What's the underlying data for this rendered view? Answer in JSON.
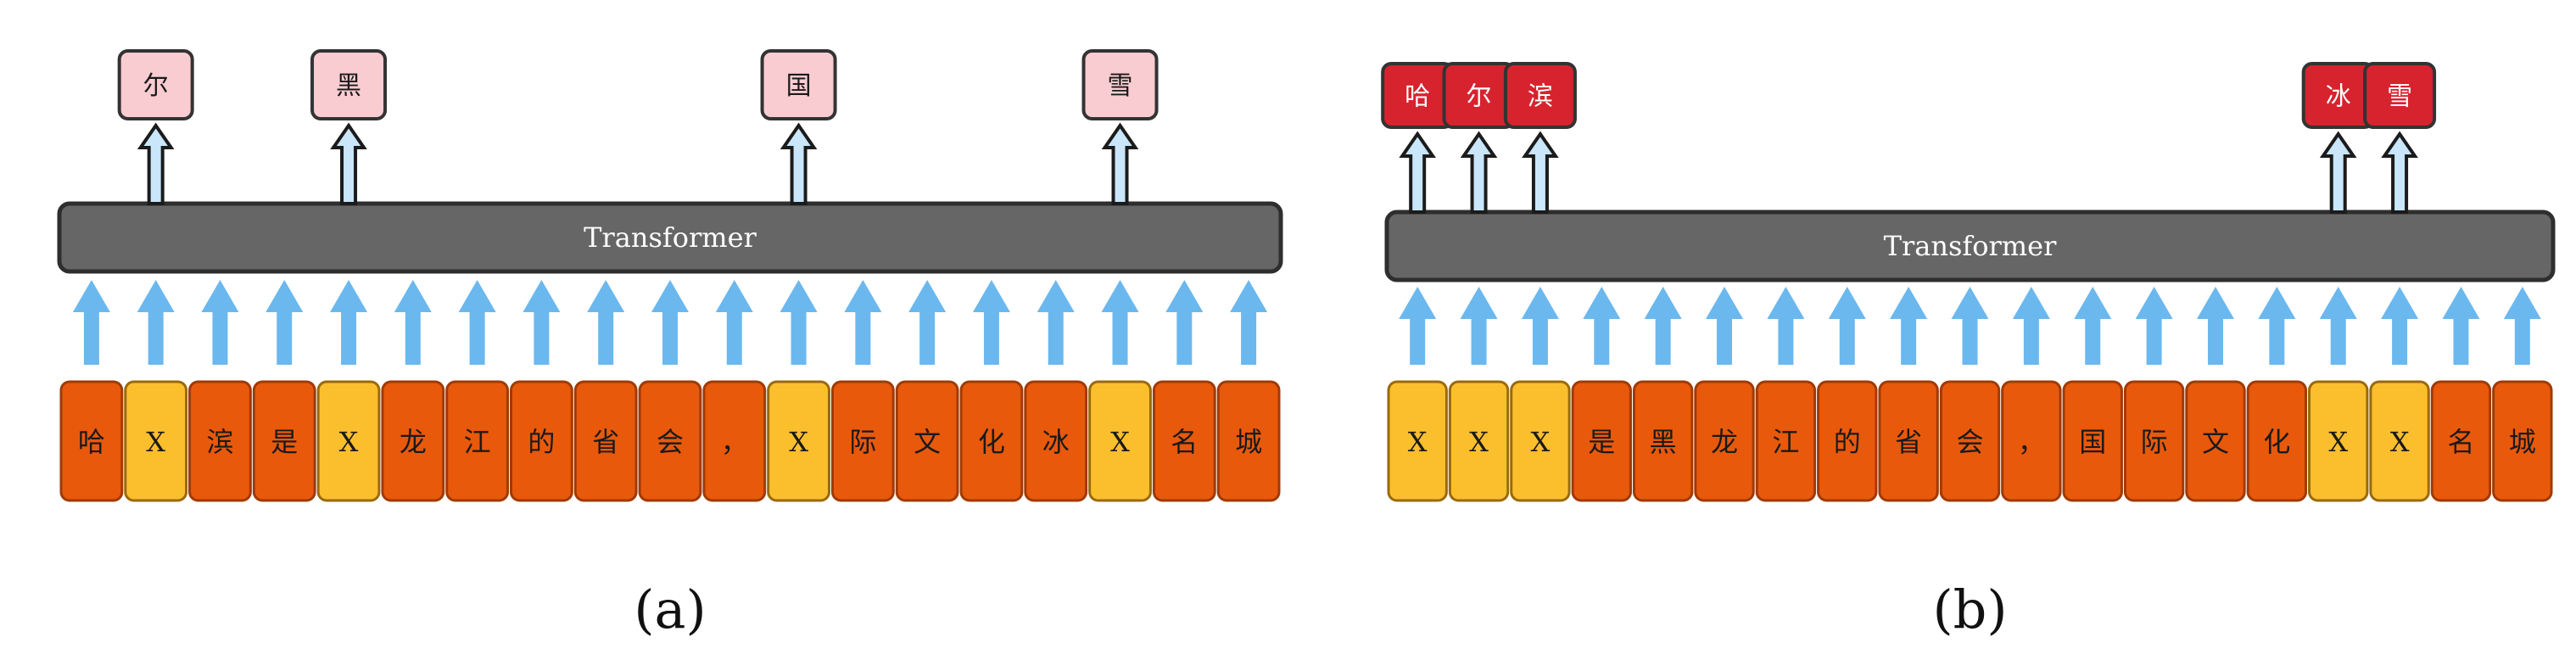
{
  "colors": {
    "token_orange": "#E8590C",
    "token_orange_border": "#A03A05",
    "token_mask": "#FBBF2E",
    "token_mask_border": "#9A6A0A",
    "transformer_fill": "#666666",
    "transformer_border": "#2E2E2E",
    "transformer_text": "#ffffff",
    "arrow_blue": "#6BB8EE",
    "output_pink": "#F9CCD2",
    "output_red": "#D6232E",
    "output_border": "#333333",
    "outline_arrow_fill": "#C9E6FA",
    "outline_arrow_stroke": "#1b1b1b"
  },
  "panels": [
    {
      "caption": "(a)",
      "transformer_label": "Transformer",
      "tokens": [
        {
          "text": "哈",
          "kind": "normal"
        },
        {
          "text": "X",
          "kind": "mask"
        },
        {
          "text": "滨",
          "kind": "normal"
        },
        {
          "text": "是",
          "kind": "normal"
        },
        {
          "text": "X",
          "kind": "mask"
        },
        {
          "text": "龙",
          "kind": "normal"
        },
        {
          "text": "江",
          "kind": "normal"
        },
        {
          "text": "的",
          "kind": "normal"
        },
        {
          "text": "省",
          "kind": "normal"
        },
        {
          "text": "会",
          "kind": "normal"
        },
        {
          "text": "，",
          "kind": "normal"
        },
        {
          "text": "X",
          "kind": "mask"
        },
        {
          "text": "际",
          "kind": "normal"
        },
        {
          "text": "文",
          "kind": "normal"
        },
        {
          "text": "化",
          "kind": "normal"
        },
        {
          "text": "冰",
          "kind": "normal"
        },
        {
          "text": "X",
          "kind": "mask"
        },
        {
          "text": "名",
          "kind": "normal"
        },
        {
          "text": "城",
          "kind": "normal"
        }
      ],
      "outputs": [
        {
          "text": "尔",
          "over_token": 1
        },
        {
          "text": "黑",
          "over_token": 4
        },
        {
          "text": "国",
          "over_token": 11
        },
        {
          "text": "雪",
          "over_token": 16
        }
      ]
    },
    {
      "caption": "(b)",
      "transformer_label": "Transformer",
      "tokens": [
        {
          "text": "X",
          "kind": "mask"
        },
        {
          "text": "X",
          "kind": "mask"
        },
        {
          "text": "X",
          "kind": "mask"
        },
        {
          "text": "是",
          "kind": "normal"
        },
        {
          "text": "黑",
          "kind": "normal"
        },
        {
          "text": "龙",
          "kind": "normal"
        },
        {
          "text": "江",
          "kind": "normal"
        },
        {
          "text": "的",
          "kind": "normal"
        },
        {
          "text": "省",
          "kind": "normal"
        },
        {
          "text": "会",
          "kind": "normal"
        },
        {
          "text": "，",
          "kind": "normal"
        },
        {
          "text": "国",
          "kind": "normal"
        },
        {
          "text": "际",
          "kind": "normal"
        },
        {
          "text": "文",
          "kind": "normal"
        },
        {
          "text": "化",
          "kind": "normal"
        },
        {
          "text": "X",
          "kind": "mask"
        },
        {
          "text": "X",
          "kind": "mask"
        },
        {
          "text": "名",
          "kind": "normal"
        },
        {
          "text": "城",
          "kind": "normal"
        }
      ],
      "outputs": [
        {
          "text": "哈",
          "over_token": 0
        },
        {
          "text": "尔",
          "over_token": 1
        },
        {
          "text": "滨",
          "over_token": 2
        },
        {
          "text": "冰",
          "over_token": 15
        },
        {
          "text": "雪",
          "over_token": 16
        }
      ]
    }
  ]
}
